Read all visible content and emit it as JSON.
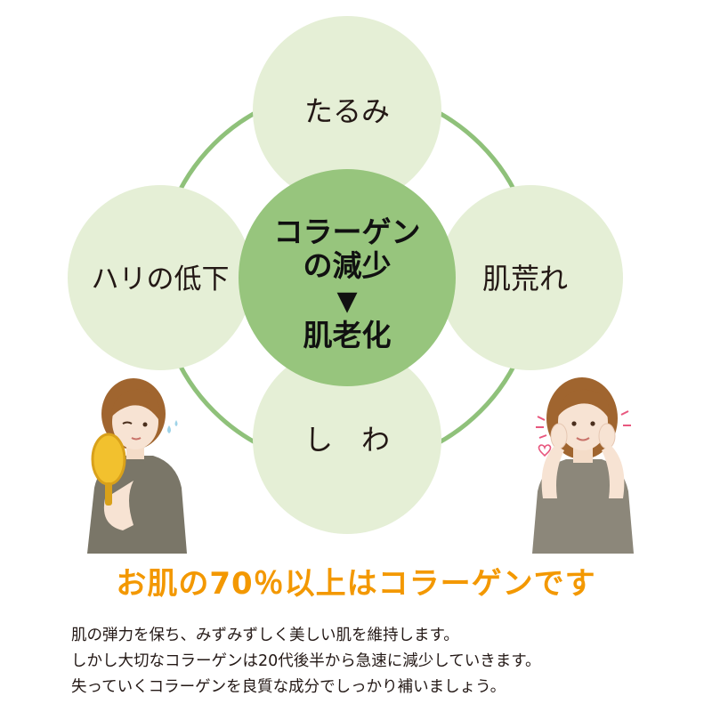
{
  "colors": {
    "ring": "#8fc17a",
    "outer_fill": "#e5efd6",
    "center_fill": "#97c57d",
    "headline": "#f39800",
    "text": "#231815"
  },
  "diagram": {
    "center": {
      "line1": "コラーゲン",
      "line2": "の減少",
      "arrow": "▼",
      "line3": "肌老化"
    },
    "nodes": {
      "top": "たるみ",
      "right": "肌荒れ",
      "bottom": "し　わ",
      "left": "ハリの低下"
    }
  },
  "illustrations": {
    "left": "woman-with-mirror-worried",
    "right": "woman-touching-cheeks-happy"
  },
  "headline": "お肌の70％以上はコラーゲンです",
  "body_lines": [
    "肌の弾力を保ち、みずみずしく美しい肌を維持します。",
    "しかし大切なコラーゲンは20代後半から急速に減少していきます。",
    "失っていくコラーゲンを良質な成分でしっかり補いましょう。"
  ]
}
